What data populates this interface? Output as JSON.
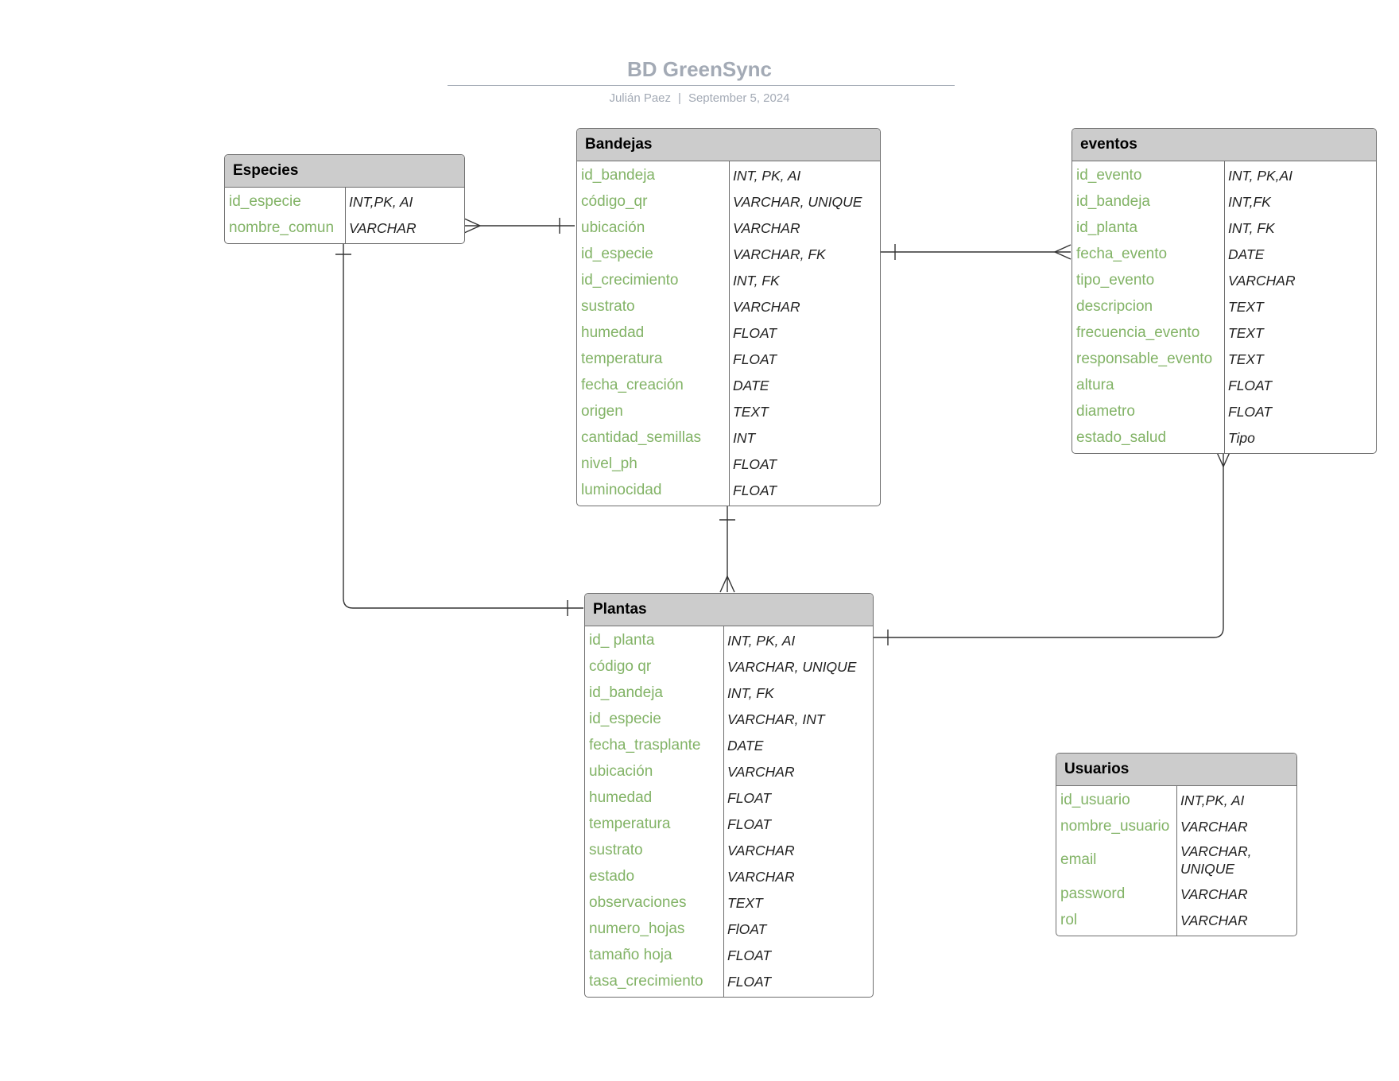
{
  "header": {
    "title": "BD GreenSync",
    "author": "Julián Paez",
    "separator": "|",
    "date": "September 5, 2024"
  },
  "entities": {
    "especies": {
      "name": "Especies",
      "fields": [
        {
          "name": "id_especie",
          "type": "INT,PK, AI"
        },
        {
          "name": "nombre_comun",
          "type": "VARCHAR"
        }
      ]
    },
    "bandejas": {
      "name": "Bandejas",
      "fields": [
        {
          "name": "id_bandeja",
          "type": "INT, PK, AI"
        },
        {
          "name": "código_qr",
          "type": "VARCHAR, UNIQUE"
        },
        {
          "name": "ubicación",
          "type": "VARCHAR"
        },
        {
          "name": "id_especie",
          "type": "VARCHAR, FK"
        },
        {
          "name": "id_crecimiento",
          "type": "INT, FK"
        },
        {
          "name": "sustrato",
          "type": "VARCHAR"
        },
        {
          "name": "humedad",
          "type": "FLOAT"
        },
        {
          "name": "temperatura",
          "type": "FLOAT"
        },
        {
          "name": "fecha_creación",
          "type": "DATE"
        },
        {
          "name": "origen",
          "type": "TEXT"
        },
        {
          "name": "cantidad_semillas",
          "type": "INT"
        },
        {
          "name": "nivel_ph",
          "type": "FLOAT"
        },
        {
          "name": "luminocidad",
          "type": "FLOAT"
        }
      ]
    },
    "eventos": {
      "name": "eventos",
      "fields": [
        {
          "name": "id_evento",
          "type": "INT, PK,AI"
        },
        {
          "name": "id_bandeja",
          "type": "INT,FK"
        },
        {
          "name": "id_planta",
          "type": "INT, FK"
        },
        {
          "name": "fecha_evento",
          "type": "DATE"
        },
        {
          "name": "tipo_evento",
          "type": "VARCHAR"
        },
        {
          "name": "descripcion",
          "type": "TEXT"
        },
        {
          "name": "frecuencia_evento",
          "type": "TEXT"
        },
        {
          "name": "responsable_evento",
          "type": "TEXT"
        },
        {
          "name": "altura",
          "type": "FLOAT"
        },
        {
          "name": "diametro",
          "type": "FLOAT"
        },
        {
          "name": "estado_salud",
          "type": "Tipo"
        }
      ]
    },
    "plantas": {
      "name": "Plantas",
      "fields": [
        {
          "name": "id_ planta",
          "type": "INT, PK, AI"
        },
        {
          "name": "código qr",
          "type": "VARCHAR, UNIQUE"
        },
        {
          "name": "id_bandeja",
          "type": "INT, FK"
        },
        {
          "name": "id_especie",
          "type": "VARCHAR, INT"
        },
        {
          "name": "fecha_trasplante",
          "type": "DATE"
        },
        {
          "name": "ubicación",
          "type": "VARCHAR"
        },
        {
          "name": "humedad",
          "type": "FLOAT"
        },
        {
          "name": "temperatura",
          "type": "FLOAT"
        },
        {
          "name": "sustrato",
          "type": "VARCHAR"
        },
        {
          "name": "estado",
          "type": "VARCHAR"
        },
        {
          "name": "observaciones",
          "type": "TEXT"
        },
        {
          "name": "numero_hojas",
          "type": "FlOAT"
        },
        {
          "name": "tamaño hoja",
          "type": "FLOAT"
        },
        {
          "name": "tasa_crecimiento",
          "type": "FLOAT"
        }
      ]
    },
    "usuarios": {
      "name": "Usuarios",
      "fields": [
        {
          "name": "id_usuario",
          "type": "INT,PK, AI"
        },
        {
          "name": "nombre_usuario",
          "type": "VARCHAR"
        },
        {
          "name": "email",
          "type": "VARCHAR, UNIQUE"
        },
        {
          "name": "password",
          "type": "VARCHAR"
        },
        {
          "name": "rol",
          "type": "VARCHAR"
        }
      ]
    }
  },
  "relationships": [
    {
      "from": "Especies",
      "from_cardinality": "many",
      "to": "Bandejas",
      "to_cardinality": "one"
    },
    {
      "from": "Bandejas",
      "from_cardinality": "one",
      "to": "eventos",
      "to_cardinality": "many"
    },
    {
      "from": "Especies",
      "from_cardinality": "one",
      "to": "Plantas",
      "to_cardinality": "one"
    },
    {
      "from": "Bandejas",
      "from_cardinality": "one",
      "to": "Plantas",
      "to_cardinality": "many"
    },
    {
      "from": "eventos",
      "from_cardinality": "many",
      "to": "Plantas",
      "to_cardinality": "one"
    }
  ],
  "colors": {
    "field_name": "#82b366",
    "field_type": "#222222",
    "header_fill": "#cccccc",
    "border": "#6e6e6e",
    "title": "#a3aab5"
  }
}
